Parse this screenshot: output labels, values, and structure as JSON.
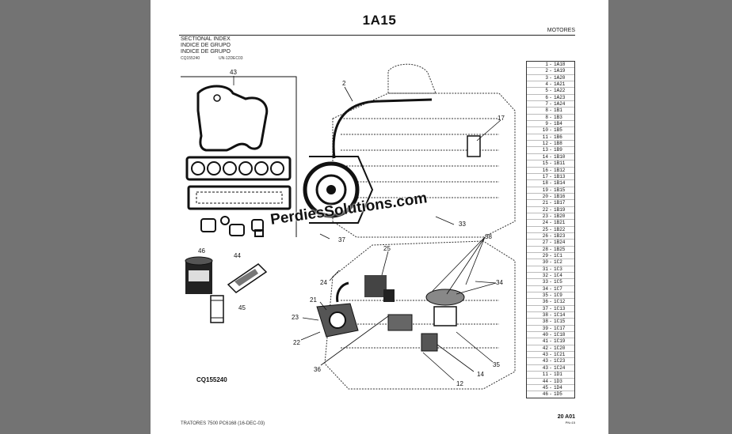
{
  "page": {
    "title": "1A15",
    "section": "MOTORES",
    "header_lines": [
      "SECTIONAL INDEX",
      "INDICE DE GRUPO",
      "INDICE DE GRUPO"
    ],
    "header_code": "CQ155240",
    "header_code2": "UN-12DEC03",
    "figure_caption": "CQ155240",
    "watermark": "PerdiesSolutions.com",
    "footer_left": "TRATORES 7500    PC6168    (16-DEC-03)",
    "footer_right": "20 A01",
    "footer_right_sub": "PN=15"
  },
  "callouts": [
    "43",
    "2",
    "17",
    "46",
    "44",
    "45",
    "37",
    "25",
    "38",
    "33",
    "24",
    "34",
    "21",
    "23",
    "22",
    "36",
    "12",
    "14",
    "35"
  ],
  "index": [
    {
      "n": "1",
      "c": "1A18"
    },
    {
      "n": "2",
      "c": "1A19"
    },
    {
      "n": "3",
      "c": "1A20"
    },
    {
      "n": "4",
      "c": "1A21"
    },
    {
      "n": "5",
      "c": "1A22"
    },
    {
      "n": "6",
      "c": "1A23"
    },
    {
      "n": "7",
      "c": "1A24"
    },
    {
      "n": "8",
      "c": "1B1"
    },
    {
      "n": "8",
      "c": "1B3"
    },
    {
      "n": "9",
      "c": "1B4"
    },
    {
      "n": "10",
      "c": "1B5"
    },
    {
      "n": "11",
      "c": "1B6"
    },
    {
      "n": "12",
      "c": "1B8"
    },
    {
      "n": "13",
      "c": "1B9"
    },
    {
      "n": "14",
      "c": "1B10"
    },
    {
      "n": "15",
      "c": "1B11"
    },
    {
      "n": "16",
      "c": "1B12"
    },
    {
      "n": "17",
      "c": "1B13"
    },
    {
      "n": "18",
      "c": "1B14"
    },
    {
      "n": "19",
      "c": "1B15"
    },
    {
      "n": "20",
      "c": "1B16"
    },
    {
      "n": "21",
      "c": "1B17"
    },
    {
      "n": "22",
      "c": "1B19"
    },
    {
      "n": "23",
      "c": "1B20"
    },
    {
      "n": "24",
      "c": "1B21"
    },
    {
      "n": "25",
      "c": "1B22"
    },
    {
      "n": "26",
      "c": "1B23"
    },
    {
      "n": "27",
      "c": "1B24"
    },
    {
      "n": "28",
      "c": "1B25"
    },
    {
      "n": "29",
      "c": "1C1"
    },
    {
      "n": "30",
      "c": "1C2"
    },
    {
      "n": "31",
      "c": "1C3"
    },
    {
      "n": "32",
      "c": "1C4"
    },
    {
      "n": "33",
      "c": "1C5"
    },
    {
      "n": "34",
      "c": "1C7"
    },
    {
      "n": "35",
      "c": "1C9"
    },
    {
      "n": "36",
      "c": "1C12"
    },
    {
      "n": "37",
      "c": "1C13"
    },
    {
      "n": "38",
      "c": "1C14"
    },
    {
      "n": "38",
      "c": "1C15"
    },
    {
      "n": "39",
      "c": "1C17"
    },
    {
      "n": "40",
      "c": "1C18"
    },
    {
      "n": "41",
      "c": "1C19"
    },
    {
      "n": "42",
      "c": "1C20"
    },
    {
      "n": "43",
      "c": "1C21"
    },
    {
      "n": "43",
      "c": "1C23"
    },
    {
      "n": "43",
      "c": "1C24"
    },
    {
      "n": "11",
      "c": "1D1"
    },
    {
      "n": "44",
      "c": "1D3"
    },
    {
      "n": "45",
      "c": "1D4"
    },
    {
      "n": "46",
      "c": "1D5"
    }
  ]
}
